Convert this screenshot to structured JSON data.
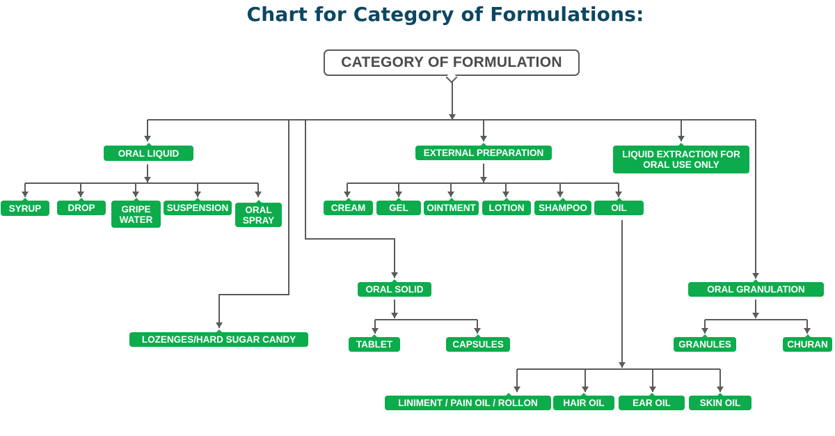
{
  "title": "Chart for Category of Formulations:",
  "root": {
    "label": "CATEGORY OF FORMULATION"
  },
  "colors": {
    "title": "#0d4762",
    "node_fill": "#0cac4c",
    "node_text": "#ffffff",
    "connector": "#5a5a5a",
    "root_border": "#5a5a5a",
    "root_text": "#4a4a4a"
  },
  "categories": {
    "oral_liquid": {
      "label": "ORAL LIQUID",
      "children": [
        "SYRUP",
        "DROP",
        "GRIPE\nWATER",
        "SUSPENSION",
        "ORAL\nSPRAY"
      ]
    },
    "lozenges": {
      "label": "LOZENGES/HARD SUGAR CANDY"
    },
    "oral_solid": {
      "label": "ORAL SOLID",
      "children": [
        "TABLET",
        "CAPSULES"
      ]
    },
    "external_preparation": {
      "label": "EXTERNAL PREPARATION",
      "children": [
        "CREAM",
        "GEL",
        "OINTMENT",
        "LOTION",
        "SHAMPOO",
        "OIL"
      ]
    },
    "oil_types": {
      "children": [
        "LINIMENT / PAIN OIL / ROLLON",
        "HAIR OIL",
        "EAR OIL",
        "SKIN OIL"
      ]
    },
    "liquid_extraction": {
      "label": "LIQUID EXTRACTION FOR\nORAL USE ONLY"
    },
    "oral_granulation": {
      "label": "ORAL GRANULATION",
      "children": [
        "GRANULES",
        "CHURAN"
      ]
    }
  }
}
